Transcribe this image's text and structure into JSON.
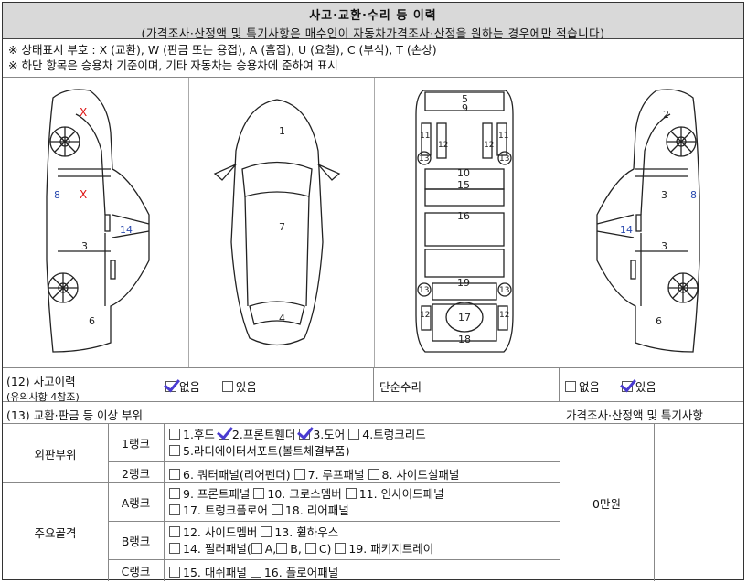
{
  "header": {
    "title": "사고·교환·수리 등 이력",
    "subtitle": "(가격조사·산정액 및 특기사항은 매수인이 자동차가격조사·산정을 원하는 경우에만 적습니다)"
  },
  "notes": {
    "line1": "※ 상태표시 부호 : X (교환), W (판금 또는 용접), A (흠집), U (요철), C (부식), T (손상)",
    "line2": "※ 하단 항목은 승용차 기준이며, 기타 자동차는 승용차에 준하여 표시"
  },
  "diagram": {
    "marks": [
      "X",
      "X"
    ],
    "part_numbers": [
      "1",
      "2",
      "3",
      "4",
      "5",
      "6",
      "7",
      "8",
      "9",
      "10",
      "11",
      "12",
      "13",
      "14",
      "15",
      "16",
      "17",
      "18",
      "19"
    ]
  },
  "accident": {
    "label": "(12) 사고이력",
    "sublabel": "(유의사항 4참조)",
    "none": "없음",
    "exists": "있음",
    "simple_repair": "단순수리",
    "repair_none": "없음",
    "repair_exists": "있음"
  },
  "section13": {
    "label": "(13) 교환·판금 등 이상 부위",
    "price_header": "가격조사·산정액 및 특기사항",
    "price_value": "0만원"
  },
  "outer": {
    "group": "외판부위",
    "rank1": "1랭크",
    "rank1_items": [
      "1.후드",
      "2.프론트휀더",
      "3.도어",
      "4.트렁크리드"
    ],
    "rank1_line2": "5.라디에이터서포트(볼트체결부품)",
    "rank2": "2랭크",
    "rank2_items": [
      "6. 쿼터패널(리어펜더)",
      "7. 루프패널",
      "8. 사이드실패널"
    ]
  },
  "frame": {
    "group": "주요골격",
    "rankA": "A랭크",
    "rankA_line1": [
      "9. 프론트패널",
      "10. 크로스멤버",
      "11. 인사이드패널"
    ],
    "rankA_line2": [
      "17. 트렁크플로어",
      "18. 리어패널"
    ],
    "rankB": "B랭크",
    "rankB_line1": [
      "12. 사이드멤버",
      "13. 휠하우스"
    ],
    "rankB_line2_prefix": "14. 필러패널(",
    "rankB_pillars": [
      "A,",
      "B,",
      "C)"
    ],
    "rankB_line2_last": "19. 패키지트레이",
    "rankC": "C랭크",
    "rankC_items": [
      "15. 대쉬패널",
      "16. 플로어패널"
    ]
  }
}
